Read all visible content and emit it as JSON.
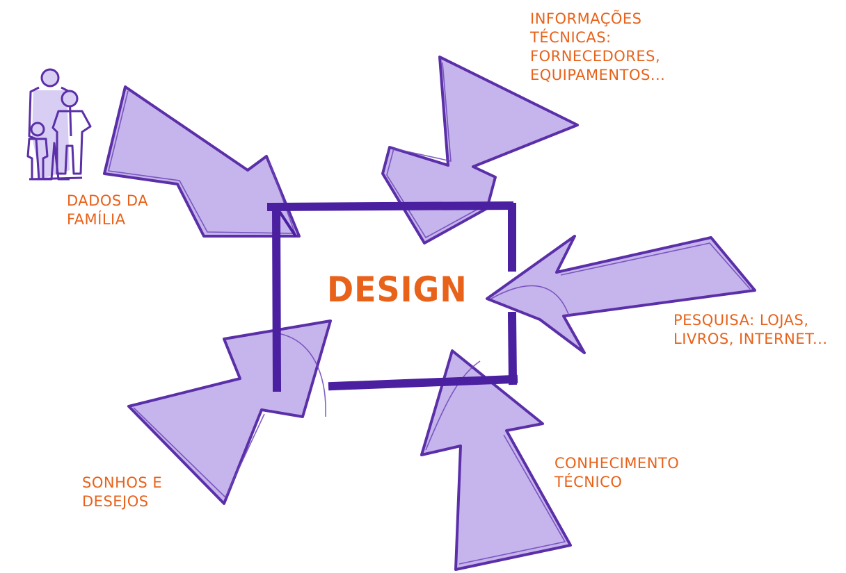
{
  "center": {
    "title": "DESIGN"
  },
  "inputs": [
    {
      "id": "family",
      "lines": [
        "DADOS DA",
        "FAMÍLIA"
      ]
    },
    {
      "id": "technical-info",
      "lines": [
        "INFORMAÇÕES",
        "TÉCNICAS:",
        "FORNECEDORES,",
        "EQUIPAMENTOS..."
      ]
    },
    {
      "id": "research",
      "lines": [
        "PESQUISA: LOJAS,",
        "LIVROS, INTERNET..."
      ]
    },
    {
      "id": "technical-knowledge",
      "lines": [
        "CONHECIMENTO",
        "TÉCNICO"
      ]
    },
    {
      "id": "dreams",
      "lines": [
        "SONHOS E",
        "DESEJOS"
      ]
    }
  ],
  "colors": {
    "text": "#e8621a",
    "arrow_fill": "#c6b5ec",
    "arrow_stroke": "#5a2fa8",
    "box": "#4a1fa0"
  },
  "icons": {
    "family": "family-figures-icon"
  }
}
